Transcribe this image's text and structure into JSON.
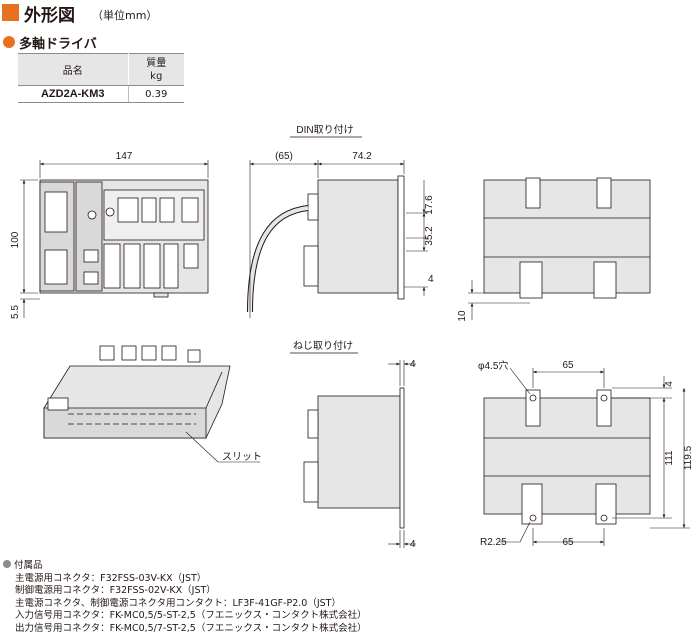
{
  "header": {
    "title": "外形図",
    "unit": "（単位mm）",
    "subtitle": "多軸ドライバ"
  },
  "spec_table": {
    "col_name": "品名",
    "col_mass_line1": "質量",
    "col_mass_line2": "kg",
    "model": "AZD2A-KM3",
    "mass": "0.39"
  },
  "drawings": {
    "din_label": "DIN取り付け",
    "screw_label": "ねじ取り付け",
    "slit_label": "スリット",
    "dim_147": "147",
    "dim_65_paren": "(65)",
    "dim_74_2": "74.2",
    "dim_100": "100",
    "dim_5_5": "5.5",
    "dim_17_6": "17.6",
    "dim_35_2": "35.2",
    "dim_4_a": "4",
    "dim_10": "10",
    "dim_4_b": "4",
    "dim_4_c": "4",
    "dim_hole": "φ4.5穴",
    "dim_65_top": "65",
    "dim_4_d": "4",
    "dim_111": "111",
    "dim_119_5": "119.5",
    "dim_r2_25": "R2.25",
    "dim_65_bottom": "65"
  },
  "accessories": {
    "heading": "付属品",
    "items": [
      "主電源用コネクタ：F32FSS-03V-KX（JST）",
      "制御電源用コネクタ：F32FSS-02V-KX（JST）",
      "主電源コネクタ、制御電源コネクタ用コンタクト：LF3F-41GF-P2.0（JST）",
      "入力信号用コネクタ：FK-MC0,5/5-ST-2,5（フエニックス・コンタクト株式会社）",
      "出力信号用コネクタ：FK-MC0,5/7-ST-2,5（フエニックス・コンタクト株式会社）"
    ]
  },
  "colors": {
    "accent": "#e8711f",
    "table_header": "#e6e6e6",
    "part_fill": "#e6e6e6",
    "line": "#231815"
  }
}
